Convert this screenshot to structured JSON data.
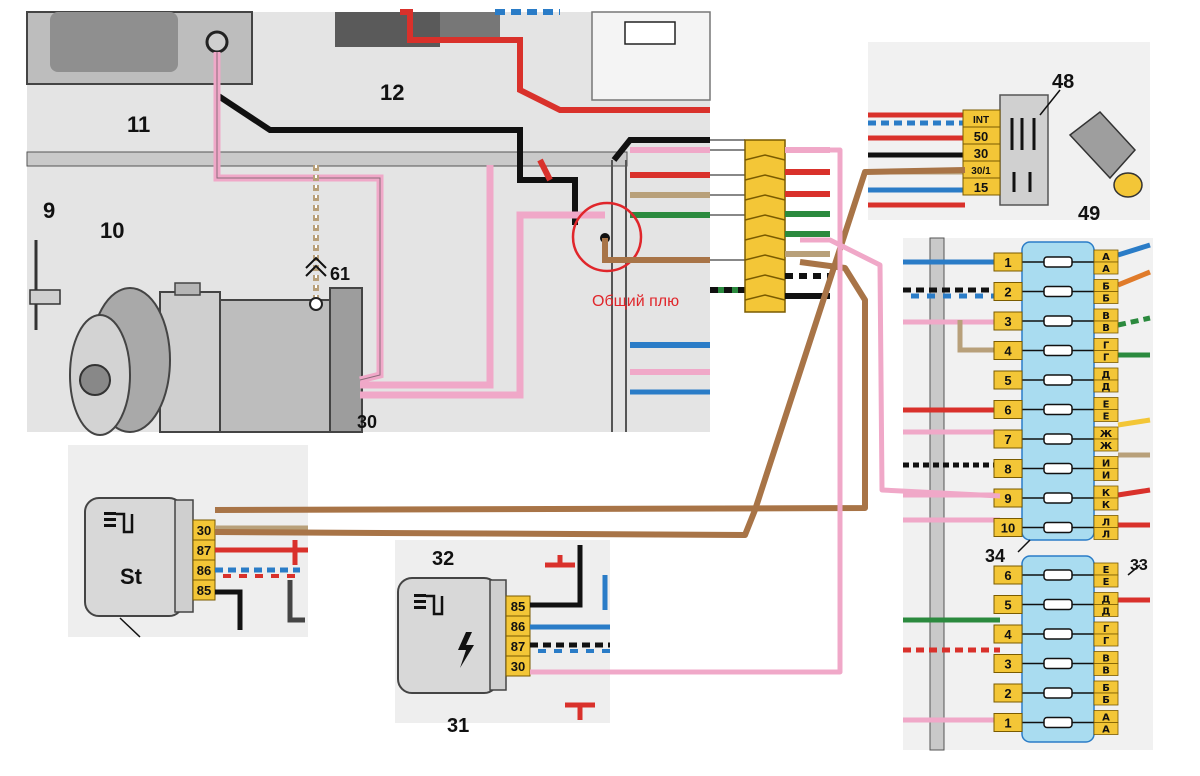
{
  "diagram": {
    "annotation": "Общий плю",
    "components": {
      "c11": "11",
      "c12": "12",
      "c9": "9",
      "c10": "10",
      "c61": "61",
      "c30": "30",
      "c48": "48",
      "c49": "49",
      "c34": "34",
      "c33": "33",
      "c32": "32",
      "c31": "31"
    },
    "switch48_pins": [
      "INT",
      "50",
      "30",
      "30/1",
      "15"
    ],
    "relay_st": {
      "label": "St",
      "pins": [
        "30",
        "87",
        "86",
        "85"
      ]
    },
    "relay_32": {
      "pins": [
        "85",
        "86",
        "87",
        "30"
      ]
    },
    "fuse_block_34": {
      "numbers": [
        "1",
        "2",
        "3",
        "4",
        "5",
        "6",
        "7",
        "8",
        "9",
        "10"
      ],
      "letters": [
        "А",
        "А",
        "Б",
        "Б",
        "В",
        "В",
        "Г",
        "Г",
        "Д",
        "Д",
        "Е",
        "Е",
        "Ж",
        "Ж",
        "И",
        "И",
        "К",
        "К",
        "Л",
        "Л"
      ]
    },
    "fuse_block_33": {
      "numbers": [
        "6",
        "5",
        "4",
        "3",
        "2",
        "1"
      ],
      "letters": [
        "Е",
        "Е",
        "Д",
        "Д",
        "Г",
        "Г",
        "В",
        "В",
        "Б",
        "Б",
        "А",
        "А"
      ]
    },
    "colors": {
      "wire_brown": "#a87447",
      "wire_pink": "#f0a8c8",
      "wire_red": "#d9312b",
      "wire_black": "#111111",
      "wire_blue": "#2a7cc7",
      "wire_green": "#2b8a3e",
      "wire_tan": "#b8a07a",
      "connector_yellow": "#f3c637",
      "fuse_blue": "#a9dcf0",
      "relay_gray": "#d8d8d8",
      "highlight_red": "#e0262b"
    }
  }
}
